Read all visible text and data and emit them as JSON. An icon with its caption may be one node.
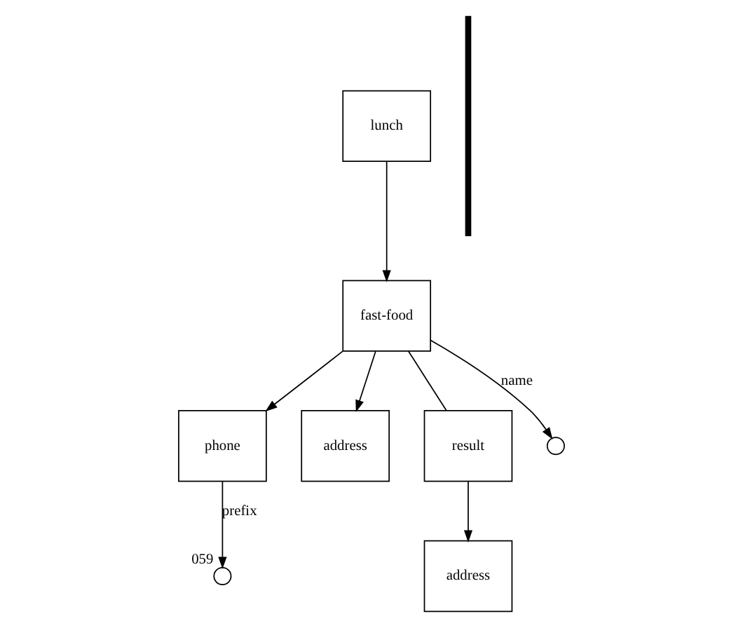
{
  "diagram": {
    "nodes": [
      {
        "text": [
          "lunch"
        ]
      },
      {
        "text": [
          "fast-food"
        ]
      },
      {
        "text": [
          "phone"
        ]
      },
      {
        "text": [
          "address"
        ]
      },
      {
        "text": [
          "result"
        ]
      },
      {
        "text": [
          "address"
        ]
      },
      {
        "text": [],
        "shape": "circle"
      },
      {
        "text": [],
        "shape": "circle",
        "beside": [
          "059"
        ]
      },
      {
        "text": [],
        "shape": "bar"
      }
    ],
    "edges": [
      {
        "from": 0,
        "to": 1,
        "arrow": "to"
      },
      {
        "from": 1,
        "to": 2,
        "arrow": "to"
      },
      {
        "from": 1,
        "to": 3,
        "arrow": "to"
      },
      {
        "from": 1,
        "to": 6,
        "arrow": "to",
        "label": "name"
      },
      {
        "from": 2,
        "to": 7,
        "arrow": "to",
        "label": "prefix"
      },
      {
        "from": 1,
        "to": 4,
        "arrow": "none"
      },
      {
        "from": 4,
        "to": 5,
        "arrow": "to"
      }
    ]
  }
}
